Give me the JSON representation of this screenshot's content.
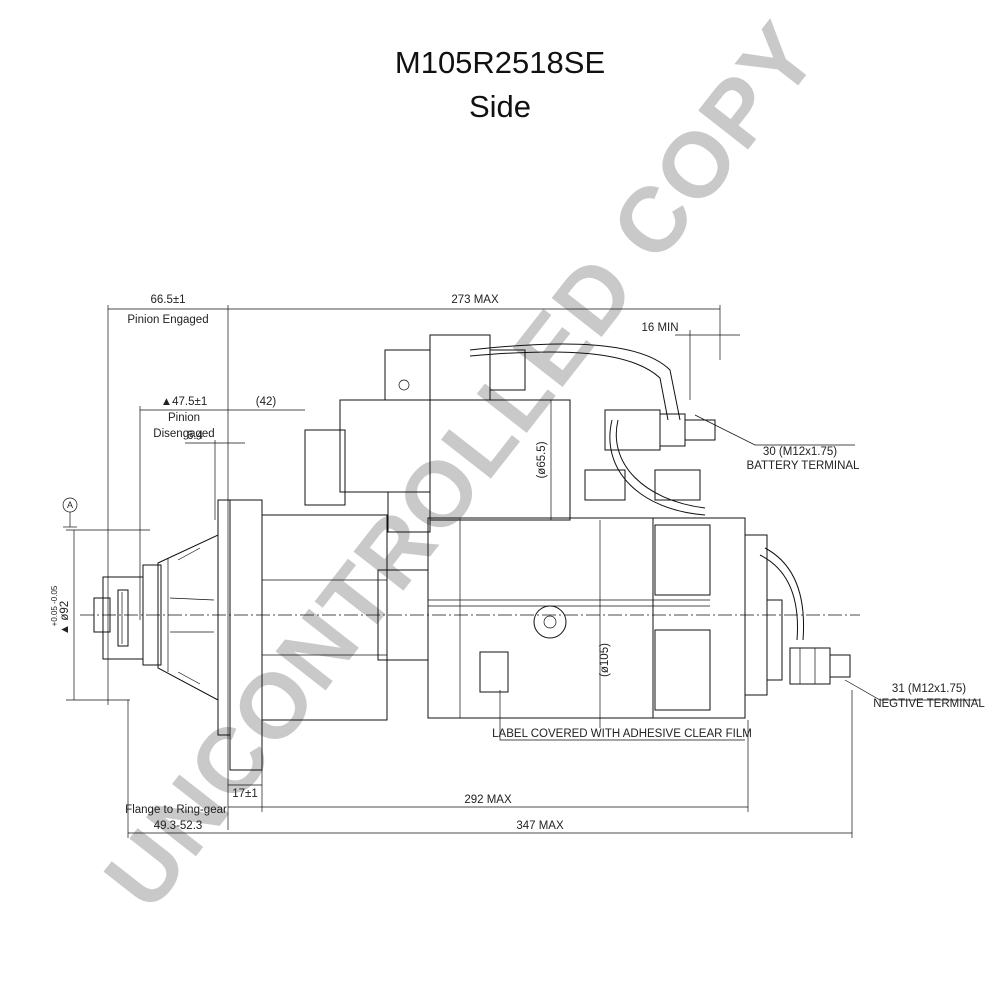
{
  "title": "M105R2518SE",
  "subtitle": "Side",
  "watermark": "UNCONTROLLED COPY",
  "dimensions": {
    "pinion_engaged_value": "66.5±1",
    "pinion_engaged_label": "Pinion Engaged",
    "overall_max": "273 MAX",
    "clearance_min": "16 MIN",
    "pinion_disengaged_value": "▲47.5±1",
    "pinion_disengaged_label_1": "Pinion",
    "pinion_disengaged_label_2": "Disengaged",
    "ref_42": "(42)",
    "dim_6_4": "6.4",
    "solenoid_dia": "(ø65.5)",
    "motor_dia": "(ø105)",
    "pilot_dia": "▲ ø92",
    "pilot_tol": "+0.05 -0.05",
    "datum": "A",
    "flange_17": "17±1",
    "length_292": "292 MAX",
    "length_347": "347 MAX",
    "flange_to_ring_1": "Flange to Ring-gear",
    "flange_to_ring_2": "49.3-52.3"
  },
  "callouts": {
    "battery_value": "30 (M12x1.75)",
    "battery_label": "BATTERY TERMINAL",
    "negative_value": "31 (M12x1.75)",
    "negative_label": "NEGTIVE TERMINAL",
    "label_note": "LABEL COVERED WITH ADHESIVE CLEAR FILM"
  }
}
